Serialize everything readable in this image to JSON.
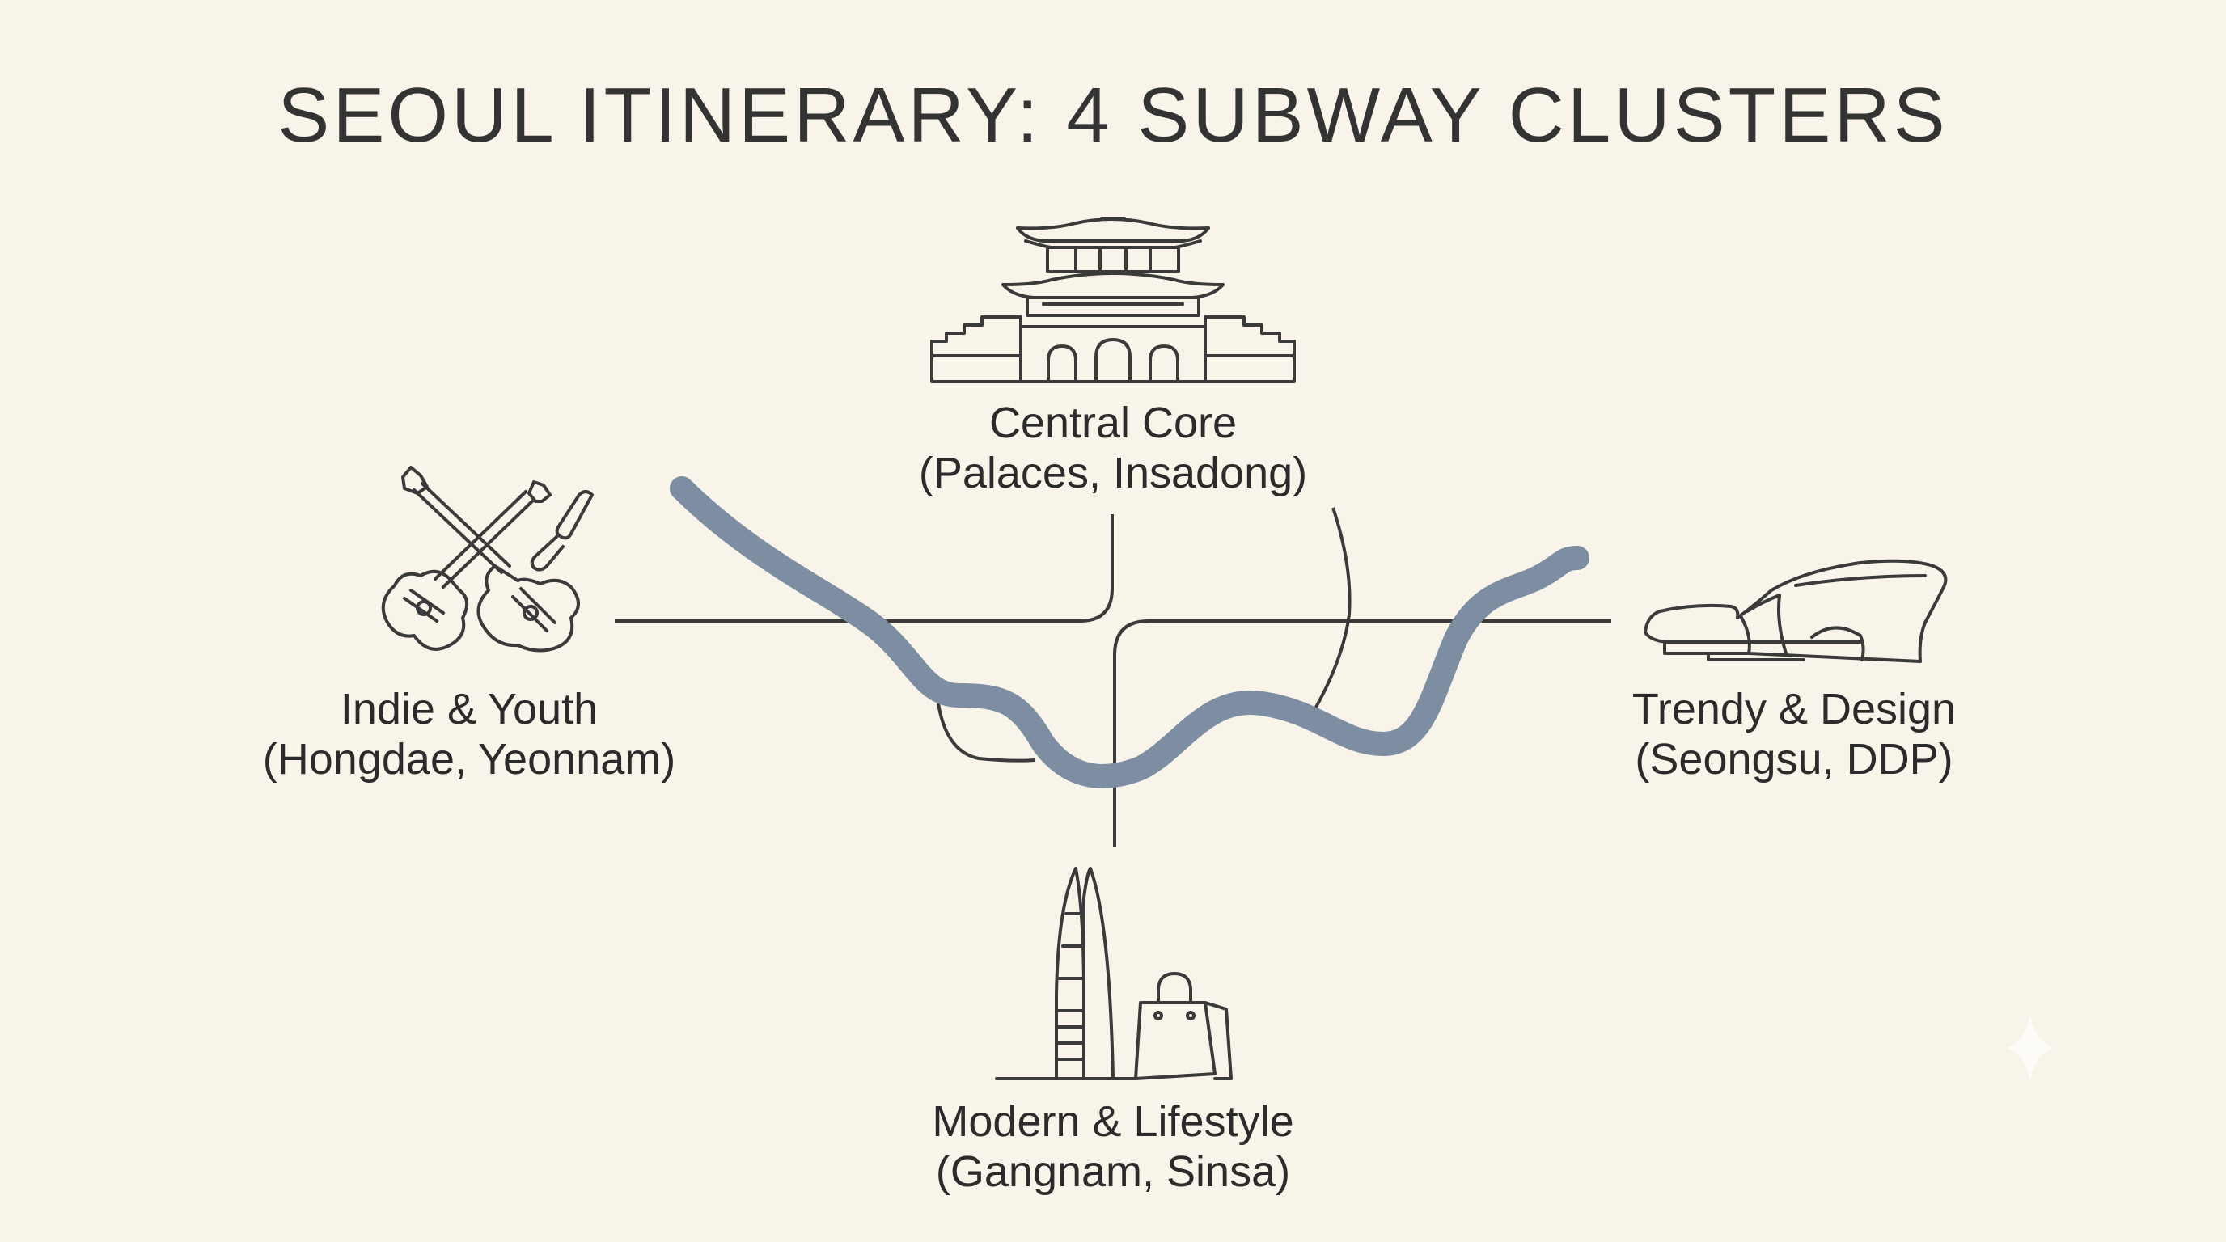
{
  "title": "SEOUL ITINERARY: 4 SUBWAY CLUSTERS",
  "clusters": {
    "central": {
      "name": "Central Core",
      "areas": "(Palaces, Insadong)",
      "icon": "palace-gate-icon"
    },
    "indie": {
      "name": "Indie & Youth",
      "areas": "(Hongdae, Yeonnam)",
      "icon": "guitars-paintbrush-icon"
    },
    "trendy": {
      "name": "Trendy & Design",
      "areas": "(Seongsu, DDP)",
      "icon": "ddp-building-icon"
    },
    "modern": {
      "name": "Modern & Lifestyle",
      "areas": "(Gangnam, Sinsa)",
      "icon": "tower-shopping-bag-icon"
    }
  },
  "colors": {
    "background": "#f8f4e9",
    "river": "#7d8ea3",
    "ink": "#333333"
  }
}
